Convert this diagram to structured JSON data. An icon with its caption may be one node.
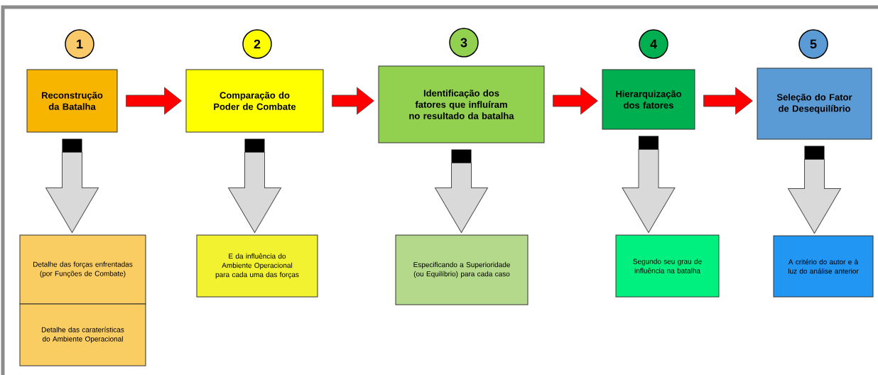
{
  "diagram": {
    "nodes": [
      {
        "text": [
          "1"
        ]
      },
      {
        "text": [
          "2"
        ]
      },
      {
        "text": [
          "3"
        ]
      },
      {
        "text": [
          "4"
        ]
      },
      {
        "text": [
          "5"
        ]
      },
      {
        "text": [
          "Reconstrução da Batalha"
        ]
      },
      {
        "text": [
          "Comparação do Poder de Combate"
        ]
      },
      {
        "text": [
          "Identificação dos fatores que influíram no resultado da batalha"
        ]
      },
      {
        "text": [
          "Hierarquização dos fatores"
        ]
      },
      {
        "text": [
          "Seleção do Fator de Desequilíbrio"
        ]
      },
      {
        "text": [
          "Detalhe das forças enfrentadas (por Funções de Combate)"
        ]
      },
      {
        "text": [
          "Detalhe das caraterísticas do Ambiente Operacional"
        ]
      },
      {
        "text": [
          "E da influência do Ambiente Operacional para cada uma das forças"
        ]
      },
      {
        "text": [
          "Especificando a Superioridade (ou Equilíbrio) para cada caso"
        ]
      },
      {
        "text": [
          "Segundo seu grau de influência na batalha"
        ]
      },
      {
        "text": [
          "A critério do autor e à luz do análise anterior"
        ]
      }
    ],
    "edges": [
      {
        "from": 5,
        "to": 6,
        "arrow": "to",
        "color": "#ff0000"
      },
      {
        "from": 6,
        "to": 7,
        "arrow": "to",
        "color": "#ff0000"
      },
      {
        "from": 7,
        "to": 8,
        "arrow": "to",
        "color": "#ff0000"
      },
      {
        "from": 8,
        "to": 9,
        "arrow": "to",
        "color": "#ff0000"
      },
      {
        "from": 5,
        "to": 10,
        "arrow": "to"
      },
      {
        "from": 6,
        "to": 12,
        "arrow": "to"
      },
      {
        "from": 7,
        "to": 13,
        "arrow": "to"
      },
      {
        "from": 8,
        "to": 14,
        "arrow": "to"
      },
      {
        "from": 9,
        "to": 15,
        "arrow": "to"
      }
    ]
  }
}
